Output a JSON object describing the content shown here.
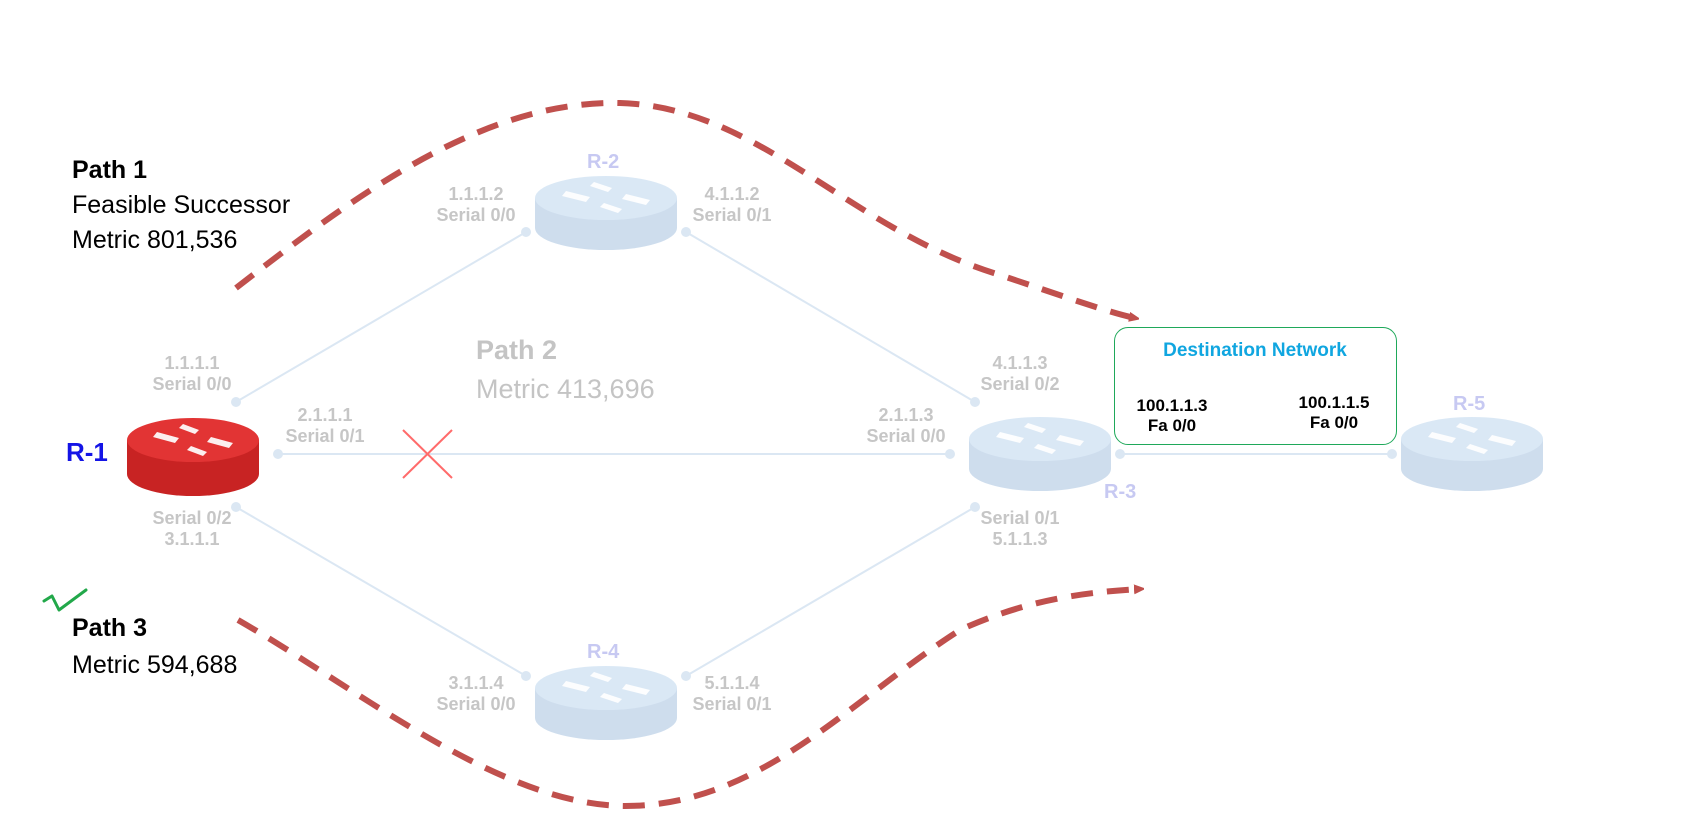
{
  "routers": {
    "r1": "R-1",
    "r2": "R-2",
    "r3": "R-3",
    "r4": "R-4",
    "r5": "R-5"
  },
  "interfaces": {
    "r1_s00": {
      "ip": "1.1.1.1",
      "name": "Serial 0/0"
    },
    "r1_s01": {
      "ip": "2.1.1.1",
      "name": "Serial 0/1"
    },
    "r1_s02": {
      "ip": "3.1.1.1",
      "name": "Serial 0/2"
    },
    "r2_s00": {
      "ip": "1.1.1.2",
      "name": "Serial 0/0"
    },
    "r2_s01": {
      "ip": "4.1.1.2",
      "name": "Serial 0/1"
    },
    "r3_s00": {
      "ip": "2.1.1.3",
      "name": "Serial 0/0"
    },
    "r3_s01": {
      "ip": "5.1.1.3",
      "name": "Serial 0/1"
    },
    "r3_s02": {
      "ip": "4.1.1.3",
      "name": "Serial 0/2"
    },
    "r4_s00": {
      "ip": "3.1.1.4",
      "name": "Serial 0/0"
    },
    "r4_s01": {
      "ip": "5.1.1.4",
      "name": "Serial 0/1"
    }
  },
  "paths": {
    "path1": {
      "title": "Path 1",
      "line1": "Feasible Successor",
      "line2": "Metric 801,536"
    },
    "path2": {
      "title": "Path 2",
      "metric": "Metric 413,696"
    },
    "path3": {
      "title": "Path 3",
      "metric": "Metric 594,688"
    }
  },
  "destination": {
    "title": "Destination Network",
    "r3_fa": {
      "ip": "100.1.1.3",
      "name": "Fa 0/0"
    },
    "r5_fa": {
      "ip": "100.1.1.5",
      "name": "Fa 0/0"
    }
  },
  "colors": {
    "r1_router": "#d42a2a",
    "faded_router": "#d6e6f5",
    "link": "#dbe7f3",
    "dashed_path": "#c0504d",
    "failed_link_x": "#ff6b6b",
    "checkmark": "#22a84a",
    "destination_border": "#1fa85a",
    "destination_title": "#10a6e0"
  },
  "icons": {
    "router": "router-icon",
    "failure": "x-mark-icon",
    "selected": "checkmark-icon"
  }
}
